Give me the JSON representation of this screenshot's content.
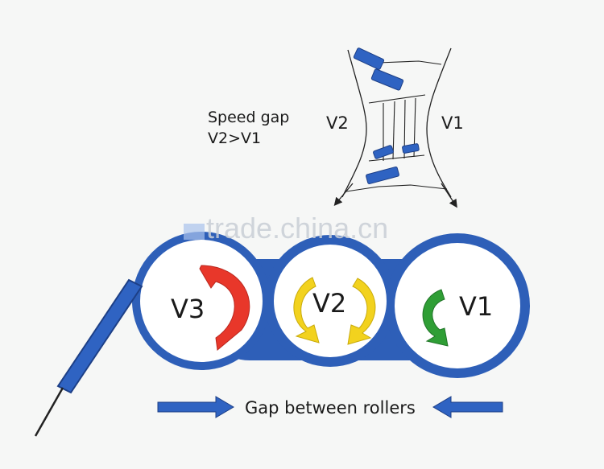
{
  "watermark": "trade.china.cn",
  "speed_gap": {
    "line1": "Speed gap",
    "line2": "V2>V1"
  },
  "web_labels": {
    "left": "V2",
    "right": "V1"
  },
  "rollers": [
    {
      "label": "V3",
      "arrow_color": "#e8372a"
    },
    {
      "label": "V2",
      "arrow_color": "#f2d21e"
    },
    {
      "label": "V1",
      "arrow_color": "#2f9e35"
    }
  ],
  "gap_caption": "Gap between rollers",
  "colors": {
    "roller_blue": "#2e5fb8",
    "arrow_fill": "#2f63c2",
    "arrow_stroke": "#1d3f86"
  }
}
